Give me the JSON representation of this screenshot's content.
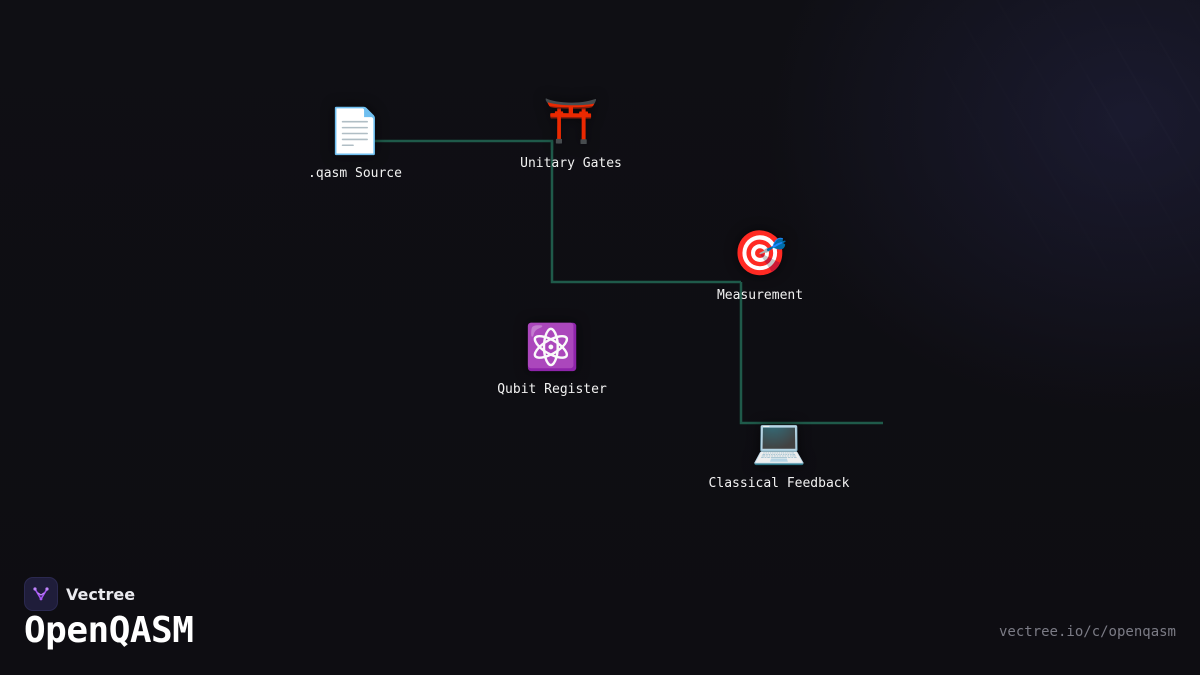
{
  "diagram": {
    "nodes": [
      {
        "id": "qasm-source",
        "icon": "📄",
        "icon_name": "document-icon",
        "label": ".qasm Source"
      },
      {
        "id": "unitary-gates",
        "icon": "⛩️",
        "icon_name": "gate-icon",
        "label": "Unitary Gates"
      },
      {
        "id": "measurement",
        "icon": "🎯",
        "icon_name": "target-icon",
        "label": "Measurement"
      },
      {
        "id": "qubit-register",
        "icon": "⚛️",
        "icon_name": "atom-icon",
        "label": "Qubit Register"
      },
      {
        "id": "classical-feedback",
        "icon": "💻",
        "icon_name": "laptop-icon",
        "label": "Classical Feedback"
      }
    ],
    "edges": [
      {
        "from": "qasm-source",
        "to": "unitary-gates"
      },
      {
        "from": "unitary-gates",
        "to": "measurement"
      },
      {
        "from": "measurement",
        "to": "classical-feedback"
      }
    ],
    "edge_color": "#1f5a4a"
  },
  "brand": {
    "name": "Vectree",
    "logo_icon": "vectree-logo-icon",
    "accent": "#a855f7"
  },
  "title": "OpenQASM",
  "url": "vectree.io/c/openqasm"
}
